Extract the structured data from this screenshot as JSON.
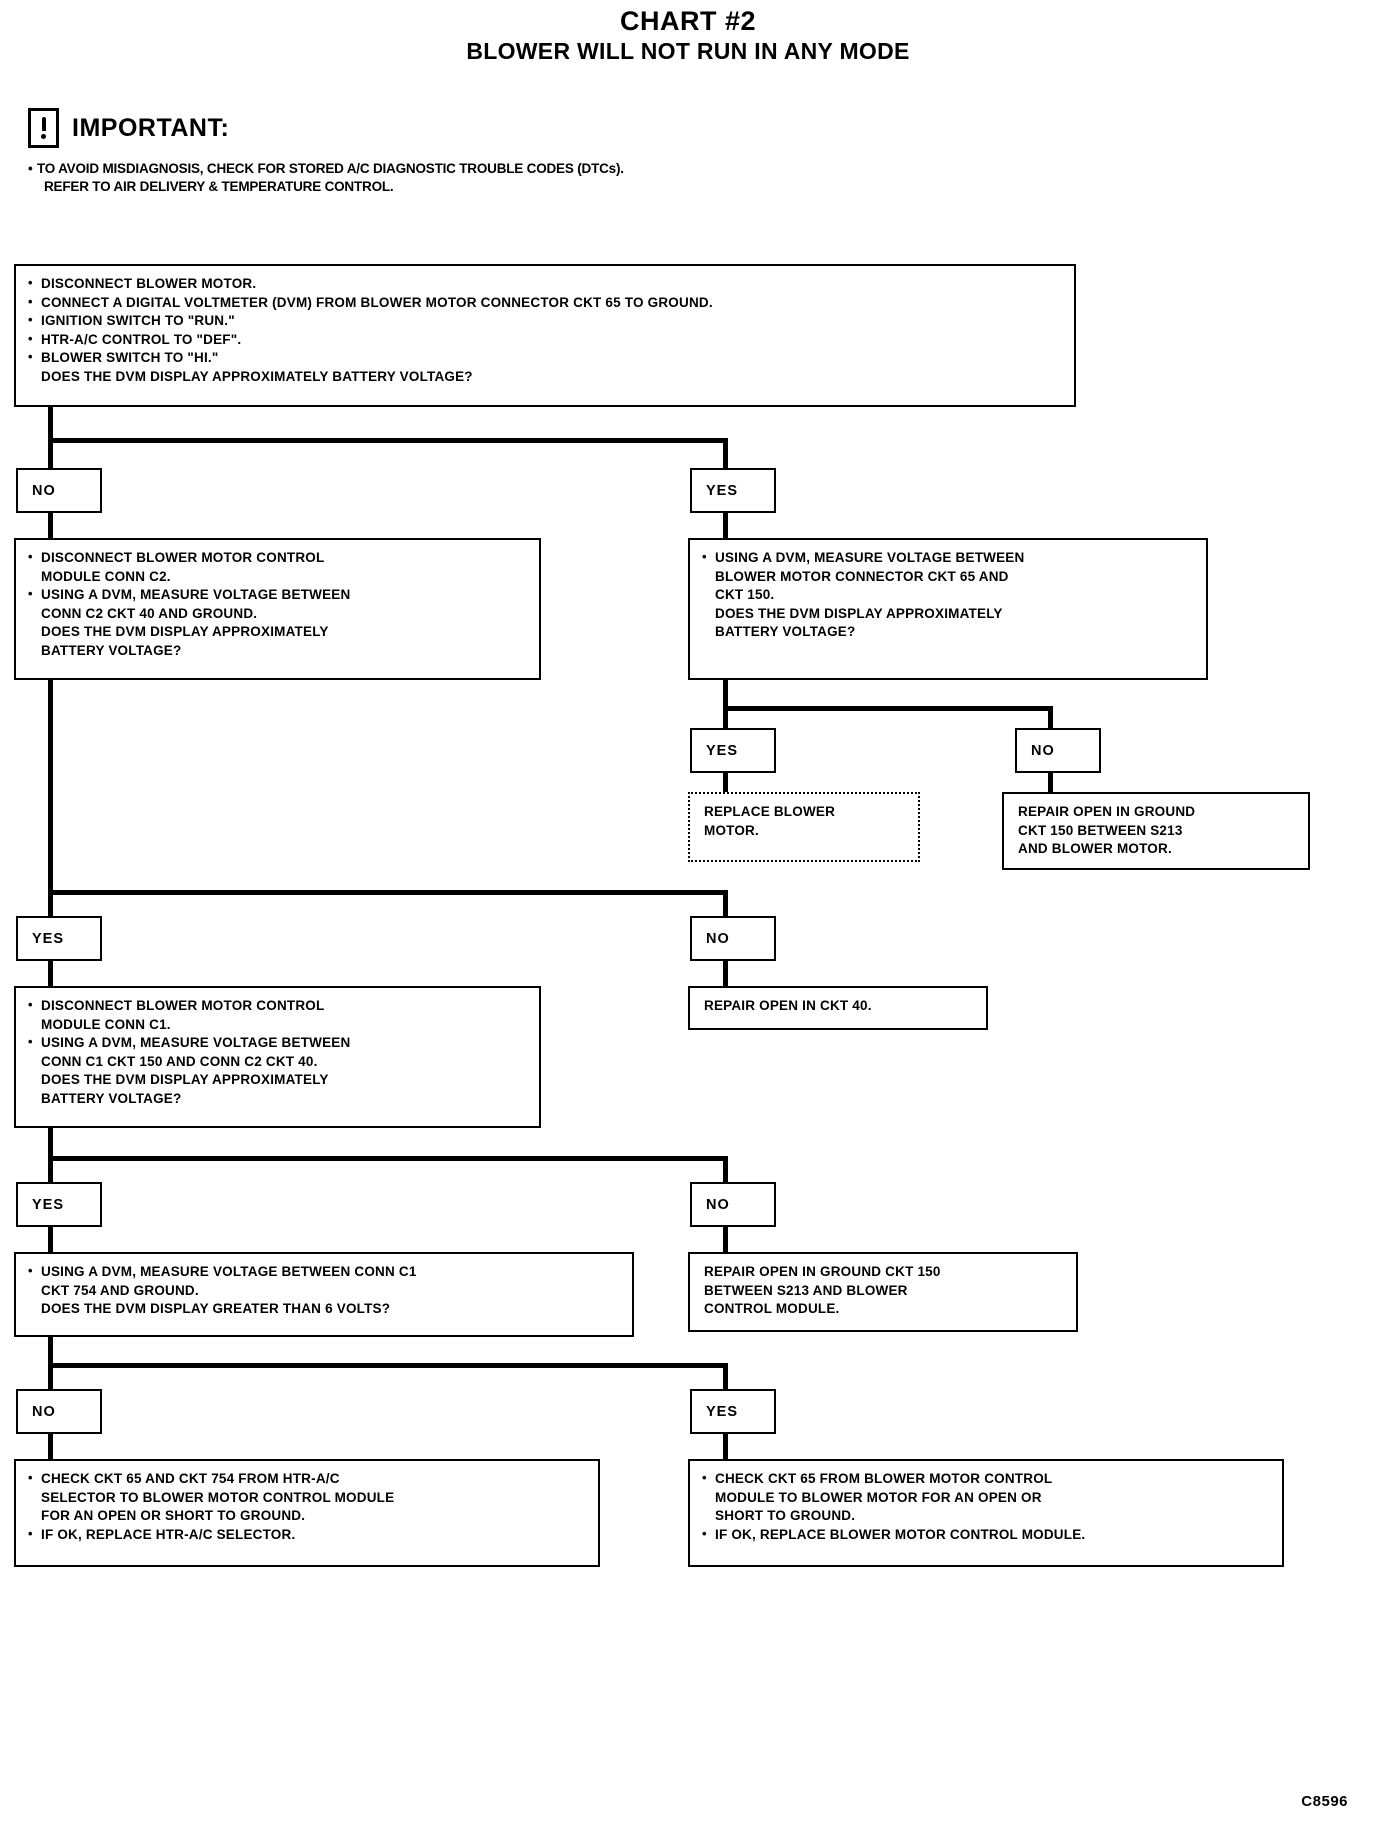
{
  "header": {
    "chart_number": "CHART #2",
    "chart_title": "BLOWER WILL NOT RUN IN ANY MODE"
  },
  "important": {
    "icon": "important-exclamation-icon",
    "label": "IMPORTANT:",
    "line1": "TO AVOID MISDIAGNOSIS, CHECK FOR STORED A/C DIAGNOSTIC TROUBLE CODES (DTCs).",
    "line2": "REFER TO  AIR DELIVERY & TEMPERATURE CONTROL."
  },
  "nodes": {
    "start": {
      "lines": [
        "DISCONNECT BLOWER MOTOR.",
        "CONNECT A DIGITAL VOLTMETER (DVM) FROM BLOWER MOTOR CONNECTOR CKT 65 TO GROUND.",
        "IGNITION SWITCH TO \"RUN.\"",
        "HTR-A/C CONTROL TO \"DEF\".",
        "BLOWER SWITCH TO \"HI.\""
      ],
      "question": "DOES THE DVM DISPLAY APPROXIMATELY BATTERY VOLTAGE?"
    },
    "b_left_1": {
      "b1": "DISCONNECT BLOWER MOTOR CONTROL",
      "b1c": "MODULE CONN C2.",
      "b2": "USING A DVM, MEASURE VOLTAGE BETWEEN",
      "b2c1": "CONN C2 CKT 40 AND GROUND.",
      "b2c2": "DOES THE DVM DISPLAY APPROXIMATELY",
      "b2c3": "BATTERY VOLTAGE?"
    },
    "b_right_1": {
      "b1": "USING A DVM, MEASURE VOLTAGE BETWEEN",
      "b1c1": "BLOWER MOTOR CONNECTOR CKT 65 AND",
      "b1c2": "CKT 150.",
      "b1c3": "DOES THE DVM DISPLAY APPROXIMATELY",
      "b1c4": "BATTERY VOLTAGE?"
    },
    "replace_blower_motor": {
      "l1": "REPLACE BLOWER",
      "l2": "MOTOR."
    },
    "repair_ground_150_motor": {
      "l1": "REPAIR OPEN IN GROUND",
      "l2": "CKT 150 BETWEEN S213",
      "l3": "AND BLOWER MOTOR."
    },
    "repair_ckt40": {
      "l1": "REPAIR OPEN IN CKT 40."
    },
    "b_left_2": {
      "b1": "DISCONNECT BLOWER MOTOR CONTROL",
      "b1c": "MODULE CONN C1.",
      "b2": "USING A DVM, MEASURE VOLTAGE BETWEEN",
      "b2c1": "CONN C1 CKT 150 AND CONN C2 CKT 40.",
      "b2c2": "DOES THE DVM DISPLAY APPROXIMATELY",
      "b2c3": "BATTERY VOLTAGE?"
    },
    "repair_ground_150_module": {
      "l1": "REPAIR OPEN IN GROUND CKT 150",
      "l2": "BETWEEN S213 AND BLOWER",
      "l3": "CONTROL MODULE."
    },
    "b_left_3": {
      "b1": "USING A DVM, MEASURE VOLTAGE BETWEEN CONN C1",
      "b1c1": "CKT 754 AND GROUND.",
      "b1c2": "DOES THE DVM DISPLAY GREATER THAN 6 VOLTS?"
    },
    "final_left": {
      "b1": "CHECK CKT 65 AND CKT 754 FROM HTR-A/C",
      "b1c1": "SELECTOR TO BLOWER MOTOR CONTROL MODULE",
      "b1c2": "FOR AN OPEN OR SHORT TO GROUND.",
      "b2": "IF OK, REPLACE HTR-A/C SELECTOR."
    },
    "final_right": {
      "b1": "CHECK CKT 65 FROM BLOWER MOTOR CONTROL",
      "b1c1": "MODULE TO BLOWER MOTOR FOR AN OPEN OR",
      "b1c2": "SHORT TO GROUND.",
      "b2": "IF OK, REPLACE BLOWER MOTOR CONTROL MODULE."
    }
  },
  "decisions": {
    "d1_no": "NO",
    "d1_yes": "YES",
    "d2_yes": "YES",
    "d2_no": "NO",
    "d3_yes": "YES",
    "d3_no": "NO",
    "d4_yes": "YES",
    "d4_no": "NO",
    "d5_no": "NO",
    "d5_yes": "YES"
  },
  "footer": {
    "code": "C8596"
  }
}
